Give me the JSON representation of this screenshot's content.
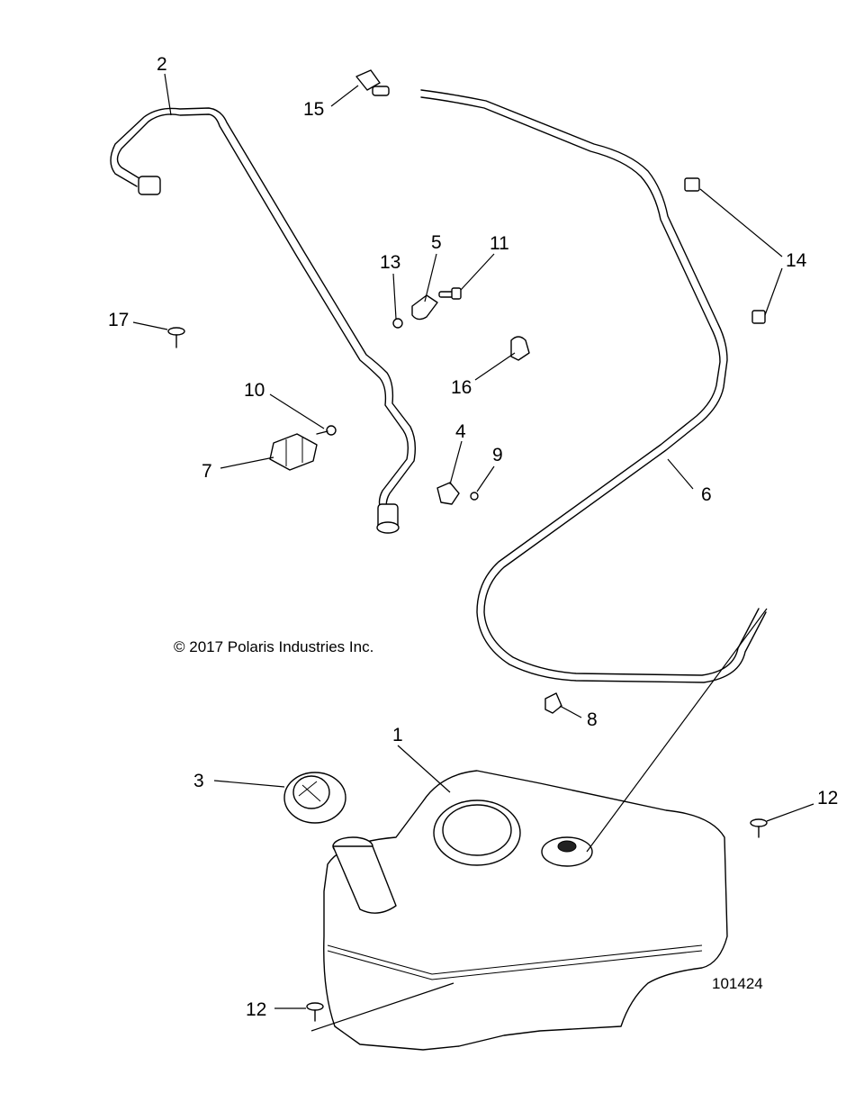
{
  "copyright": "© 2017 Polaris Industries Inc.",
  "figure_id": "101424",
  "callouts": {
    "c1": "1",
    "c2": "2",
    "c3": "3",
    "c4": "4",
    "c5": "5",
    "c6": "6",
    "c7": "7",
    "c8": "8",
    "c9": "9",
    "c10": "10",
    "c11": "11",
    "c12a": "12",
    "c12b": "12",
    "c13": "13",
    "c14": "14",
    "c15": "15",
    "c16": "16",
    "c17": "17"
  }
}
